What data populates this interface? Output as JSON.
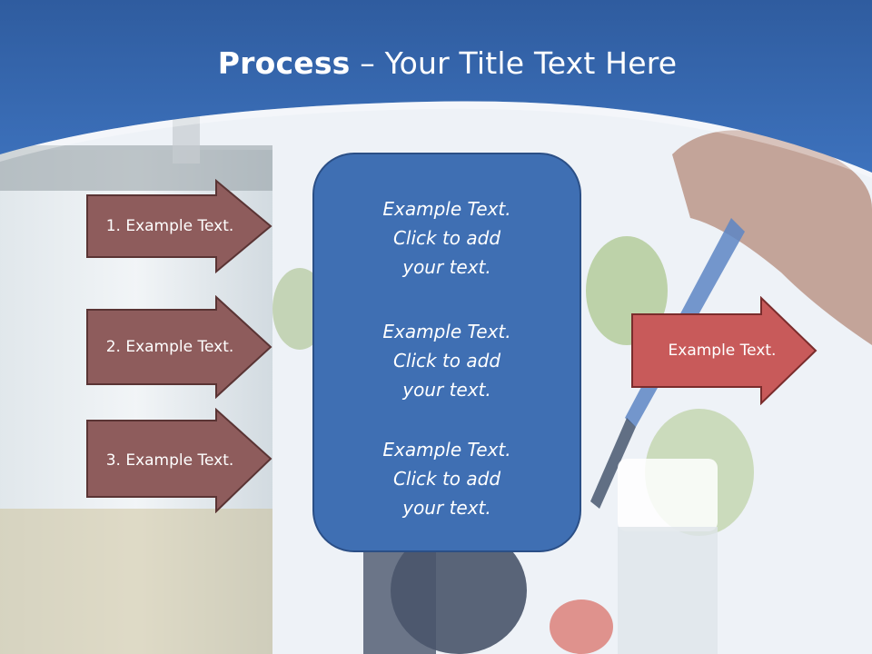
{
  "slide": {
    "title_bold": "Process",
    "title_rest": " – Your Title Text Here"
  },
  "left_arrows": [
    {
      "label": "1. Example Text."
    },
    {
      "label": "2. Example Text."
    },
    {
      "label": "3. Example Text."
    }
  ],
  "center_box": {
    "blocks": [
      {
        "line1": "Example Text.",
        "line2": "Click  to add",
        "line3": "your text."
      },
      {
        "line1": "Example Text.",
        "line2": "Click  to add",
        "line3": "your text."
      },
      {
        "line1": "Example Text.",
        "line2": "Click  to add",
        "line3": "your text."
      }
    ]
  },
  "right_arrow": {
    "label": "Example Text."
  },
  "colors": {
    "header_blue": "#3a6db4",
    "left_arrow_fill": "#8e5c5c",
    "right_arrow_fill": "#c85a5a",
    "center_box_fill": "#3f6fb3"
  }
}
